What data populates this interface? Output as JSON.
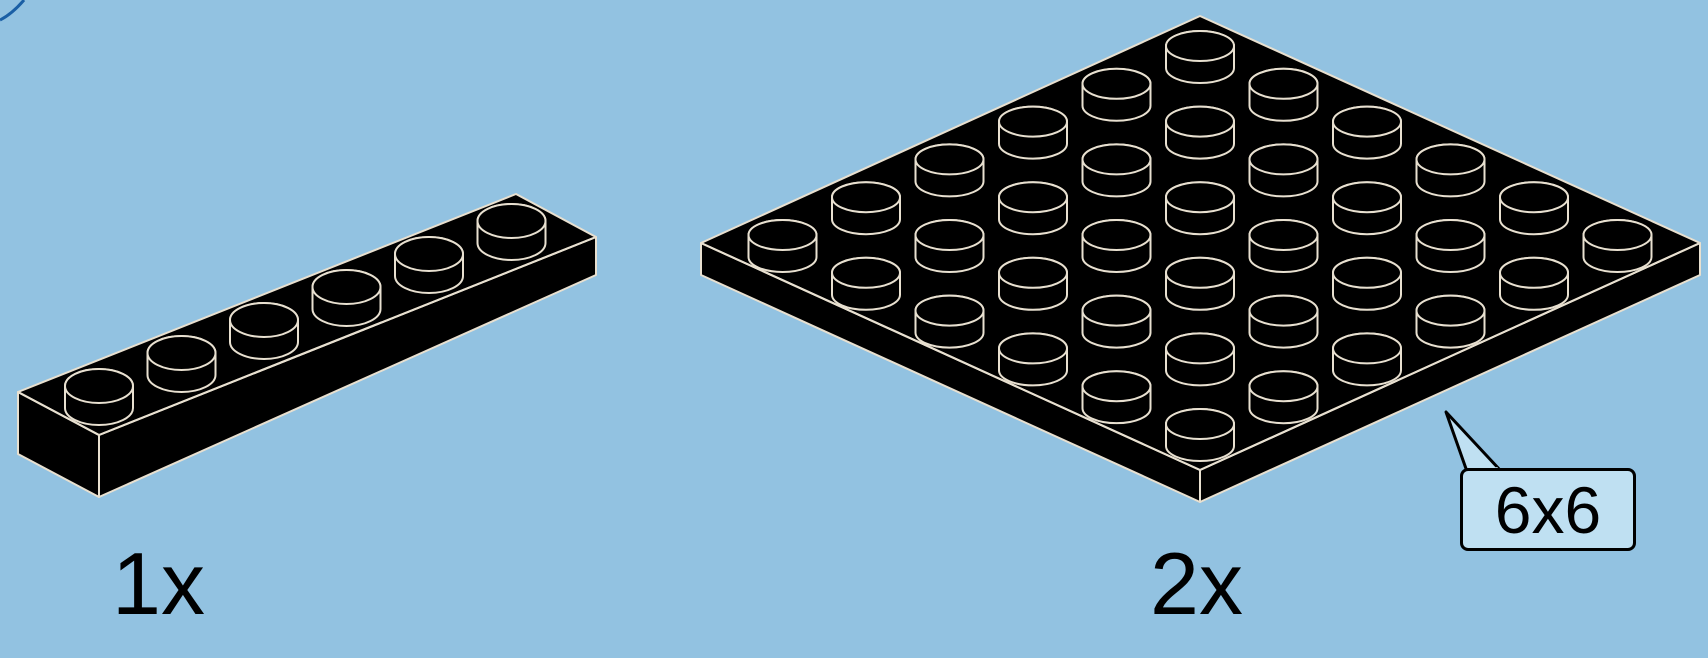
{
  "parts": [
    {
      "name": "plate-1x6",
      "quantity_label": "1x",
      "color": "#000000"
    },
    {
      "name": "plate-6x6",
      "quantity_label": "2x",
      "size_label": "6x6",
      "color": "#000000"
    }
  ],
  "colors": {
    "background": "#92c2e1",
    "part_fill": "#000000",
    "edge_highlight": "#e8e0d0",
    "callout_fill": "#bfe0f2"
  }
}
